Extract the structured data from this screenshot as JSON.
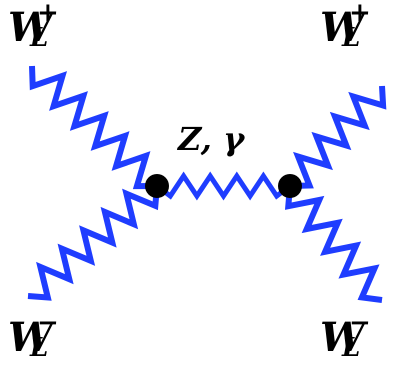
{
  "labels": {
    "w_plus_top_left": {
      "base": "W",
      "sub": "L",
      "sup": "+"
    },
    "w_plus_top_right": {
      "base": "W",
      "sub": "L",
      "sup": "+"
    },
    "w_minus_bottom_left": {
      "base": "W",
      "sub": "L",
      "sup": "−"
    },
    "w_minus_bottom_right": {
      "base": "W",
      "sub": "L",
      "sup": "−"
    },
    "propagator": "Z, γ"
  },
  "colors": {
    "boson_line": "#1f3dff",
    "vertex": "#000000",
    "text": "#000000"
  },
  "vertices": 2
}
